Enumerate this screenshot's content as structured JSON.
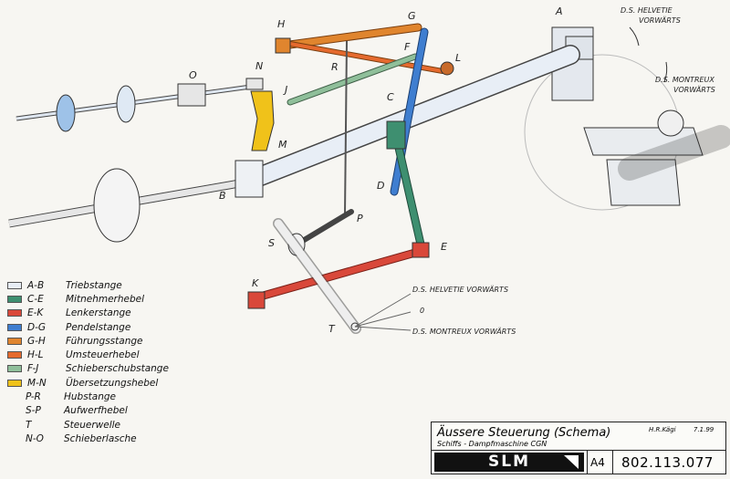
{
  "points": {
    "A": "A",
    "B": "B",
    "C": "C",
    "D": "D",
    "E": "E",
    "F": "F",
    "G": "G",
    "H": "H",
    "J": "J",
    "K": "K",
    "L": "L",
    "M": "M",
    "N": "N",
    "O": "O",
    "P": "P",
    "R": "R",
    "S": "S",
    "T": "T"
  },
  "direction_notes": {
    "top_right_helvetie": [
      "D.S. HELVETIE",
      "VORWÄRTS"
    ],
    "top_right_montreux": [
      "D.S. MONTREUX",
      "VORWÄRTS"
    ],
    "bottom_helvetie": "D.S. HELVETIE  VORWÄRTS",
    "bottom_zero": "0",
    "bottom_montreux": "D.S. MONTREUX  VORWÄRTS"
  },
  "legend": [
    {
      "code": "A-B",
      "name": "Triebstange",
      "color": "#e8eef6"
    },
    {
      "code": "C-E",
      "name": "Mitnehmerhebel",
      "color": "#3e8f70"
    },
    {
      "code": "E-K",
      "name": "Lenkerstange",
      "color": "#d9483a"
    },
    {
      "code": "D-G",
      "name": "Pendelstange",
      "color": "#3f7ed0"
    },
    {
      "code": "G-H",
      "name": "Führungsstange",
      "color": "#e0852e"
    },
    {
      "code": "H-L",
      "name": "Umsteuerhebel",
      "color": "#e56a2e"
    },
    {
      "code": "F-J",
      "name": "Schieberschubstange",
      "color": "#8fbf9a"
    },
    {
      "code": "M-N",
      "name": "Übersetzungshebel",
      "color": "#f0c21a"
    },
    {
      "code": "P-R",
      "name": "Hubstange",
      "color": ""
    },
    {
      "code": "S-P",
      "name": "Aufwerfhebel",
      "color": ""
    },
    {
      "code": "T",
      "name": "Steuerwelle",
      "color": ""
    },
    {
      "code": "N-O",
      "name": "Schieberlasche",
      "color": ""
    }
  ],
  "title_block": {
    "title": "Äussere Steuerung  (Schema)",
    "subtitle": "Schiffs - Dampfmaschine  CGN",
    "author": "H.R.Kägi",
    "date": "7.1.99",
    "size": "A4",
    "number": "802.113.077",
    "logo": "SLM"
  }
}
